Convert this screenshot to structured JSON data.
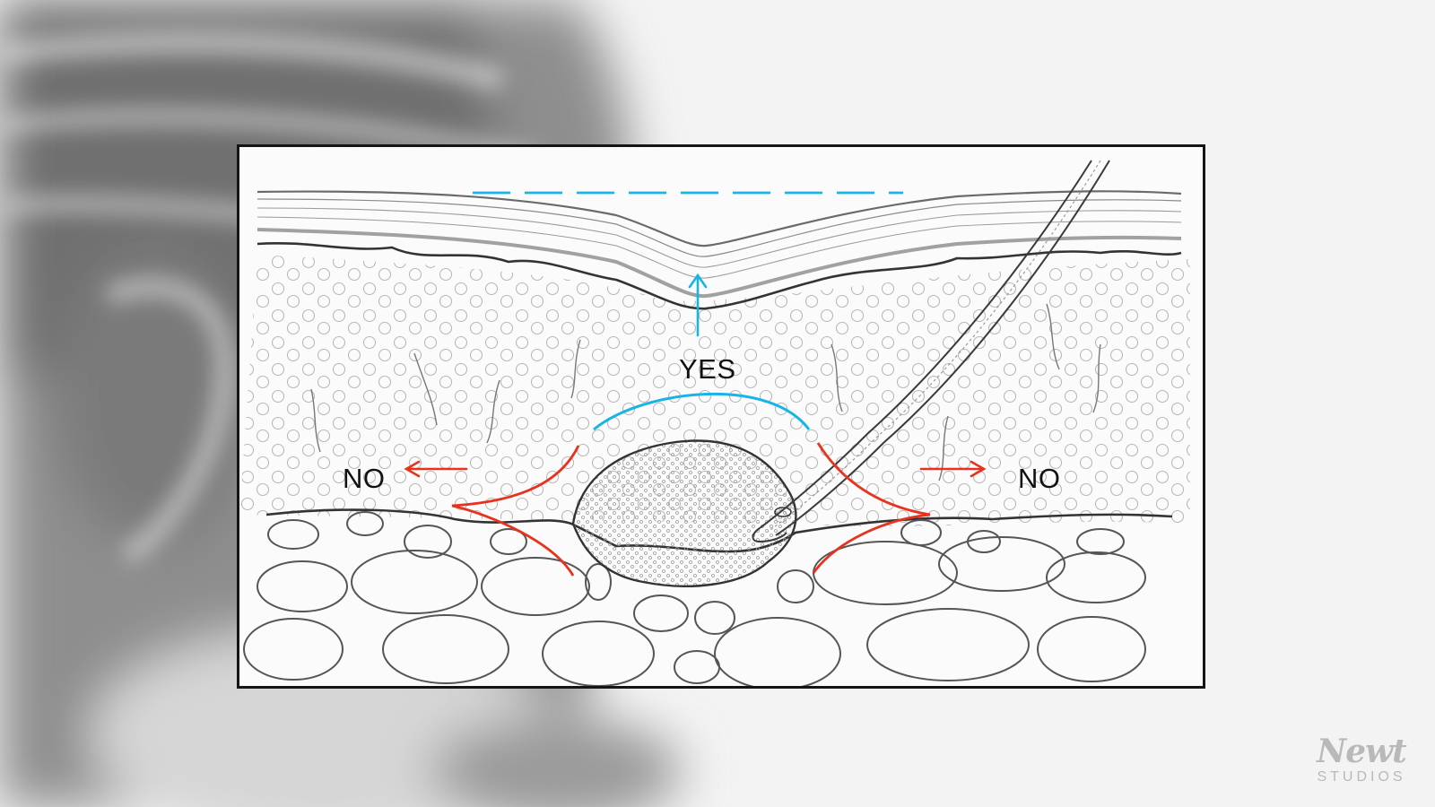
{
  "diagram": {
    "label_up": "YES",
    "label_left": "NO",
    "label_right": "NO",
    "colors": {
      "allowed": "#19b4e6",
      "blocked": "#e8321e",
      "frame": "#151515",
      "sketch": "#555555"
    }
  },
  "brand": {
    "wordmark": "Newt",
    "subtitle": "STUDIOS"
  }
}
